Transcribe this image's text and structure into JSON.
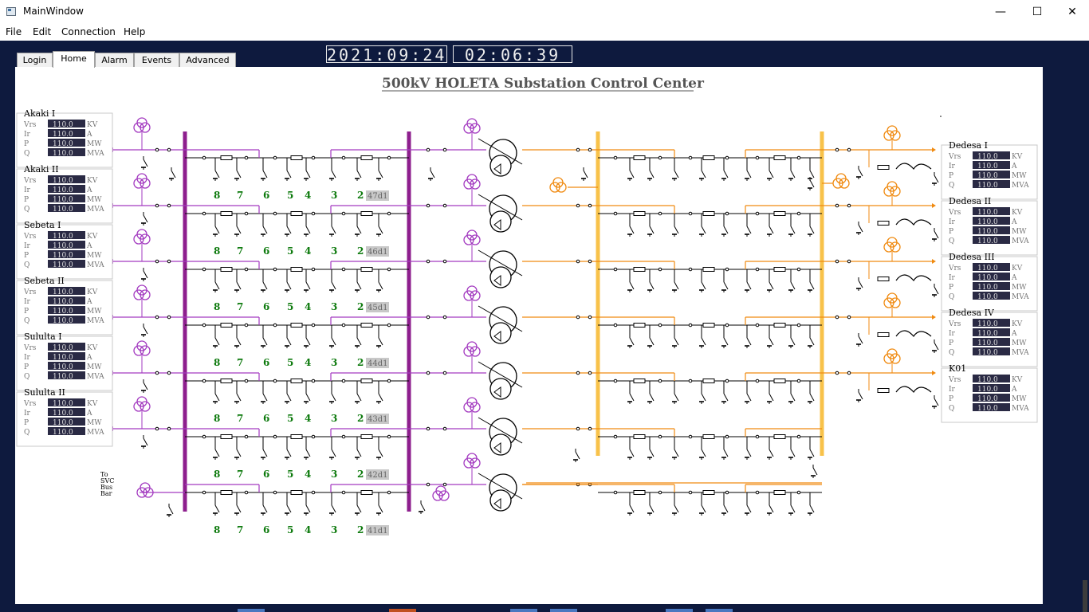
{
  "window": {
    "title": "MainWindow",
    "minimize_label": "—",
    "maximize_label": "☐",
    "close_label": "✕"
  },
  "menu": [
    "File",
    "Edit",
    "Connection",
    "Help"
  ],
  "tabs": [
    {
      "label": "Login",
      "active": false
    },
    {
      "label": "Home",
      "active": true
    },
    {
      "label": "Alarm",
      "active": false
    },
    {
      "label": "Events",
      "active": false
    },
    {
      "label": "Advanced",
      "active": false
    }
  ],
  "clock": {
    "date": "2021:09:24",
    "time": "02:06:39"
  },
  "diagram": {
    "title": "500kV HOLETA Substation Control Center",
    "svc_label": [
      "To",
      "SVC",
      "Bus",
      "Bar"
    ],
    "bay_numbers": [
      "8",
      "7",
      "6",
      "5",
      "4",
      "3",
      "2"
    ],
    "bay_ids": [
      "47d1",
      "46d1",
      "45d1",
      "44d1",
      "43d1",
      "42d1",
      "41d1"
    ],
    "colors": {
      "bus_500kv": "#8e1f8e",
      "line_500kv": "#a33ac0",
      "bus_230kv": "#f8c24a",
      "line_230kv": "#f08a10",
      "bay_number": "#0d7a0d",
      "meter_bg": "#2a2a44"
    }
  },
  "meter_labels": [
    "Vrs",
    "Ir",
    "P",
    "Q"
  ],
  "meter_units": [
    "KV",
    "A",
    "MW",
    "MVA"
  ],
  "meter_value": "110.0",
  "left_feeders": [
    {
      "name": "Akaki I"
    },
    {
      "name": "Akaki II"
    },
    {
      "name": "Sebeta I"
    },
    {
      "name": "Sebeta II"
    },
    {
      "name": "Sululta I"
    },
    {
      "name": "Sululta II"
    }
  ],
  "right_feeders": [
    {
      "name": "Dedesa I"
    },
    {
      "name": "Dedesa II"
    },
    {
      "name": "Dedesa III"
    },
    {
      "name": "Dedesa IV"
    },
    {
      "name": "K01"
    }
  ]
}
